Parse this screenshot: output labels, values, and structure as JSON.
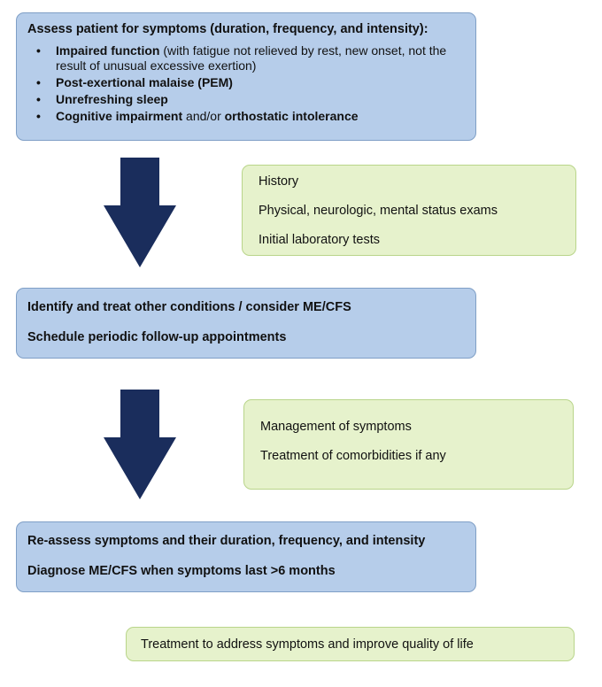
{
  "step1": {
    "heading": "Assess patient for symptoms (duration, frequency, and intensity):",
    "bullets": [
      {
        "bold": "Impaired function",
        "rest": " (with fatigue not relieved by rest, new onset, not the result of unusual excessive exertion)"
      },
      {
        "bold": "Post-exertional malaise (PEM)"
      },
      {
        "bold": "Unrefreshing sleep"
      },
      {
        "bold": "Cognitive impairment",
        "mid": " and/or ",
        "bold2": "orthostatic intolerance"
      }
    ]
  },
  "evaluation": {
    "items": [
      "History",
      "Physical, neurologic, mental status exams",
      "Initial laboratory tests"
    ]
  },
  "step2": {
    "lines": [
      "Identify and treat other conditions / consider ME/CFS",
      "Schedule periodic follow-up appointments"
    ]
  },
  "management": {
    "items": [
      "Management of symptoms",
      "Treatment of comorbidities if any"
    ]
  },
  "step3": {
    "lines": [
      "Re-assess symptoms and their duration, frequency, and intensity",
      "Diagnose ME/CFS when symptoms last >6 months"
    ]
  },
  "treatment": {
    "text": "Treatment to address symptoms and improve quality of life"
  },
  "colors": {
    "arrow": "#1a2d5c",
    "blue_box": "#b6cdea",
    "blue_border": "#7f9fc6",
    "green_box": "#e6f2cc",
    "green_border": "#b9d58a"
  }
}
